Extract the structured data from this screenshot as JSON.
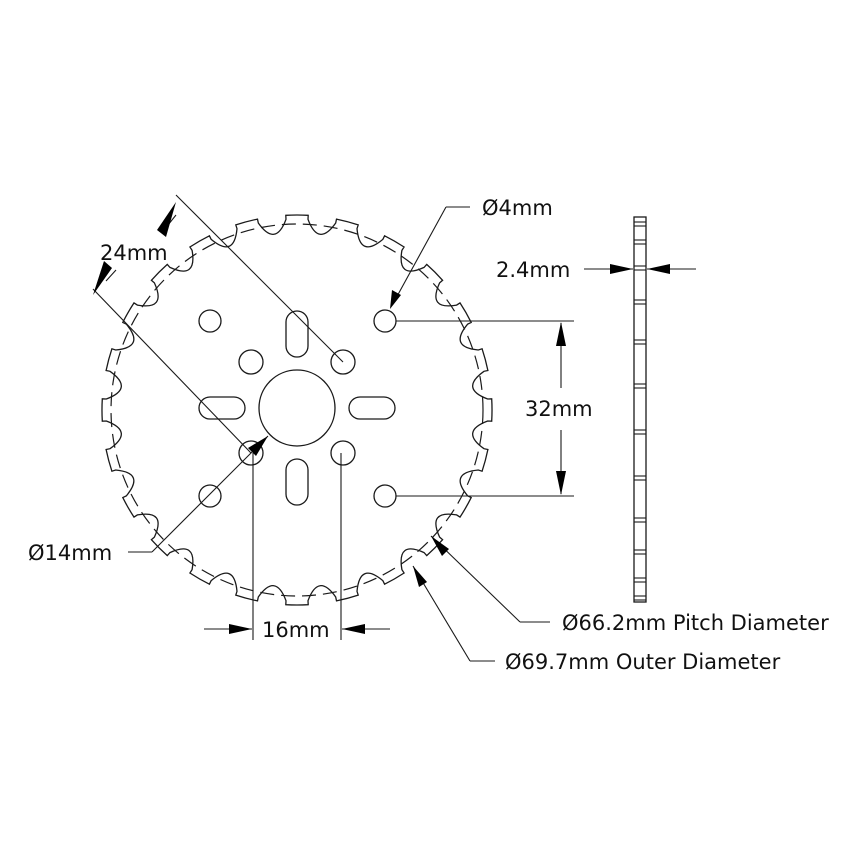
{
  "drawing": {
    "title": "Sprocket dimensional drawing",
    "teeth_count": 24,
    "line_color": "#1a1a1a",
    "background": "#ffffff"
  },
  "dimensions": {
    "bolt_pattern_diagonal": "24mm",
    "small_hole": "Ø4mm",
    "thickness": "2.4mm",
    "vertical_hole_spacing": "32mm",
    "center_bore": "Ø14mm",
    "slot_spacing": "16mm",
    "pitch_diameter": "Ø66.2mm Pitch Diameter",
    "outer_diameter": "Ø69.7mm Outer Diameter"
  }
}
